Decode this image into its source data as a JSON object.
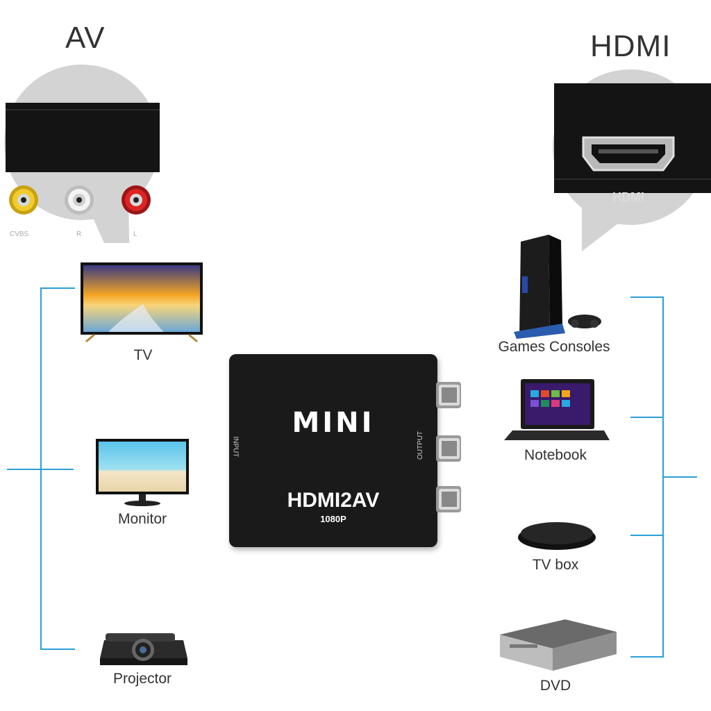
{
  "av_panel": {
    "heading": "AV",
    "ports": [
      {
        "label": "CVBS",
        "color": "#e8c21a"
      },
      {
        "label": "R",
        "color": "#f2f2f2"
      },
      {
        "label": "L",
        "color": "#d62020"
      }
    ]
  },
  "hdmi_panel": {
    "heading": "HDMI",
    "port_label": "HDMI"
  },
  "converter": {
    "brand": "MINI",
    "model": "HDMI2AV",
    "resolution": "1080P",
    "input_label": "INPUT",
    "output_label": "OUTPUT"
  },
  "outputs": [
    {
      "icon": "tv-icon",
      "label": "TV"
    },
    {
      "icon": "monitor-icon",
      "label": "Monitor"
    },
    {
      "icon": "projector-icon",
      "label": "Projector"
    }
  ],
  "inputs": [
    {
      "icon": "game-console-icon",
      "label": "Games Consoles"
    },
    {
      "icon": "notebook-icon",
      "label": "Notebook"
    },
    {
      "icon": "tv-box-icon",
      "label": "TV box"
    },
    {
      "icon": "dvd-player-icon",
      "label": "DVD"
    }
  ],
  "colors": {
    "connector_line": "#2a9fd6",
    "bubble": "#d3d3d3",
    "device_body": "#1a1a1a"
  }
}
